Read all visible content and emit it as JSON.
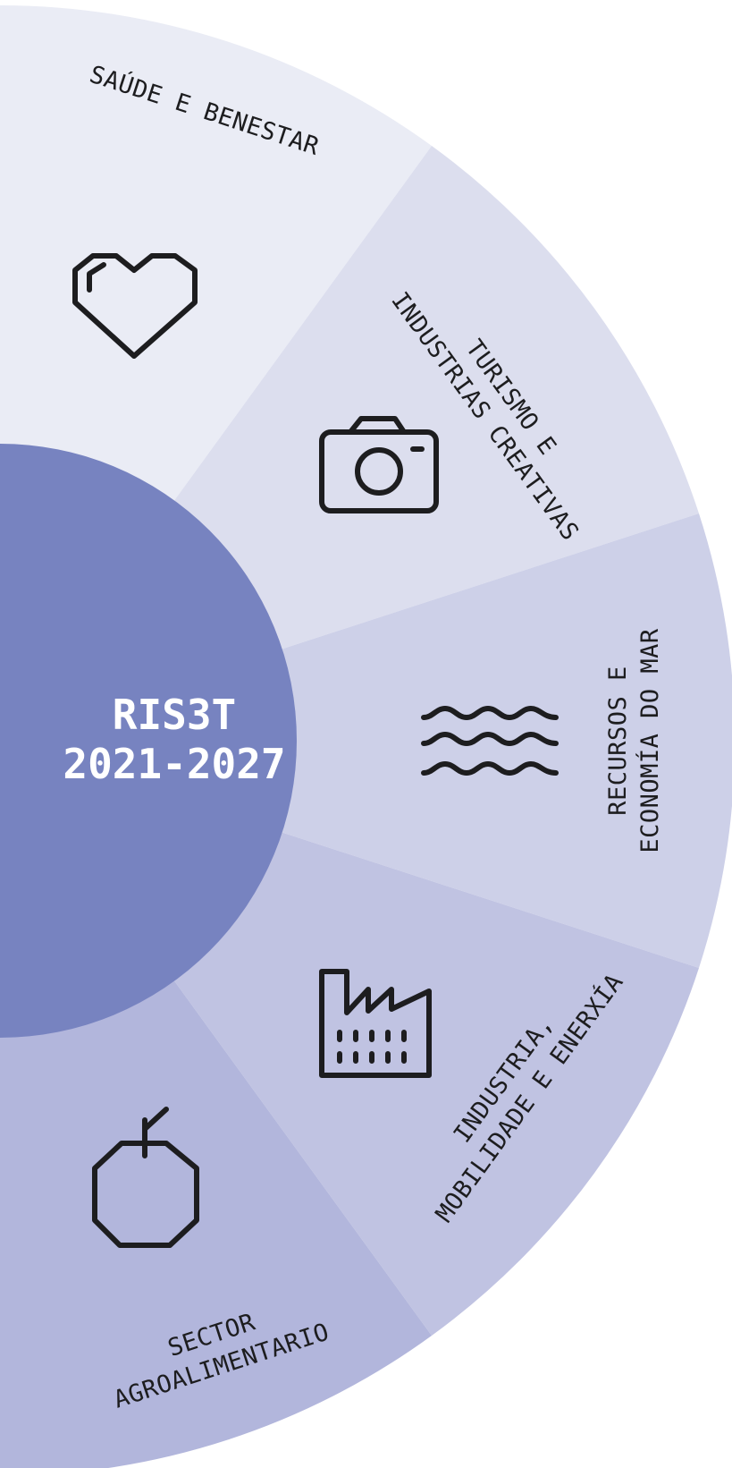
{
  "center": {
    "line1": "RIS3T",
    "line2": "2021-2027",
    "color": "#7783c0"
  },
  "segments": [
    {
      "name": "saude",
      "label": "SAÚDE E BENESTAR",
      "icon": "heart-icon",
      "color": "#eaecf5"
    },
    {
      "name": "turismo",
      "label_line1": "TURISMO E",
      "label_line2": "INDUSTRIAS CREATIVAS",
      "icon": "camera-icon",
      "color": "#dcdeee"
    },
    {
      "name": "recursos",
      "label_line1": "RECURSOS E",
      "label_line2": "ECONOMÍA  DO MAR",
      "icon": "waves-icon",
      "color": "#cdd0e8"
    },
    {
      "name": "industria",
      "label_line1": "INDUSTRIA,",
      "label_line2": "MOBILIDADE E ENERXÍA",
      "icon": "factory-icon",
      "color": "#c0c3e2"
    },
    {
      "name": "agro",
      "label_line1": "SECTOR",
      "label_line2": "AGROALIMENTARIO",
      "icon": "apple-icon",
      "color": "#b2b6dc"
    }
  ]
}
